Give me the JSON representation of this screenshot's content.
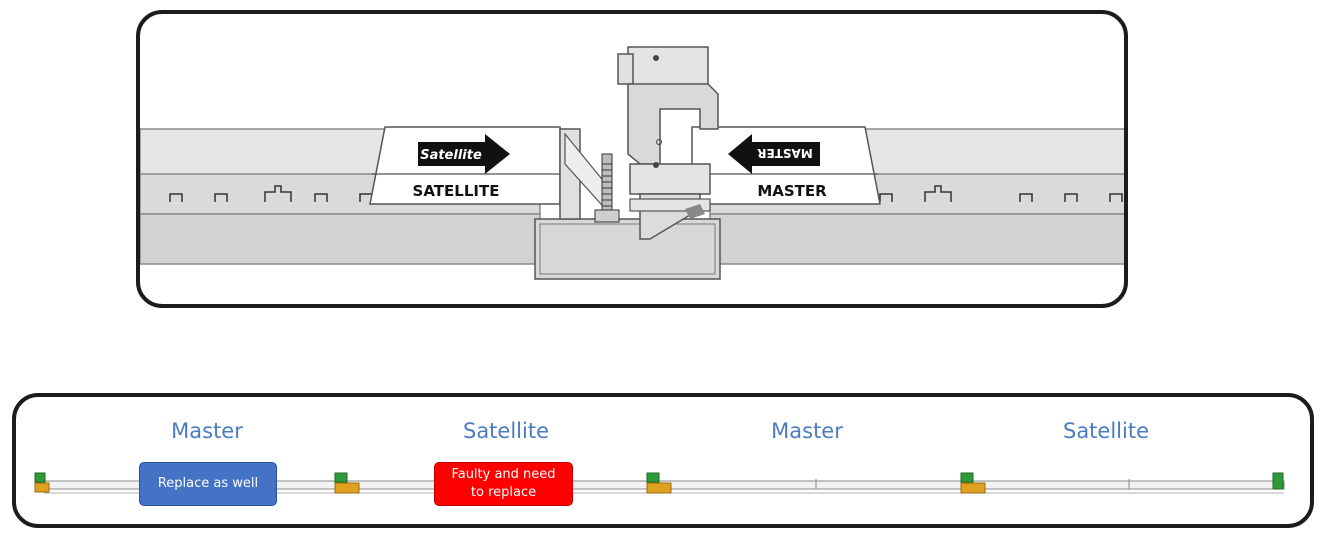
{
  "top_diagram": {
    "satellite_arrow_label": "Satellite",
    "satellite_tag": "SATELLITE",
    "master_arrow_label": "MASTER",
    "master_tag": "MASTER"
  },
  "bottom_diagram": {
    "segments": [
      {
        "label": "Master"
      },
      {
        "label": "Satellite"
      },
      {
        "label": "Master"
      },
      {
        "label": "Satellite"
      }
    ],
    "callouts": {
      "replace": "Replace as well",
      "faulty": "Faulty and need to replace"
    },
    "colors": {
      "label_color": "#4b7bc2",
      "replace_callout": "#4472c4",
      "faulty_callout": "#ff0000",
      "connector_green": "#2e9b3a",
      "connector_orange": "#e0a020"
    }
  }
}
